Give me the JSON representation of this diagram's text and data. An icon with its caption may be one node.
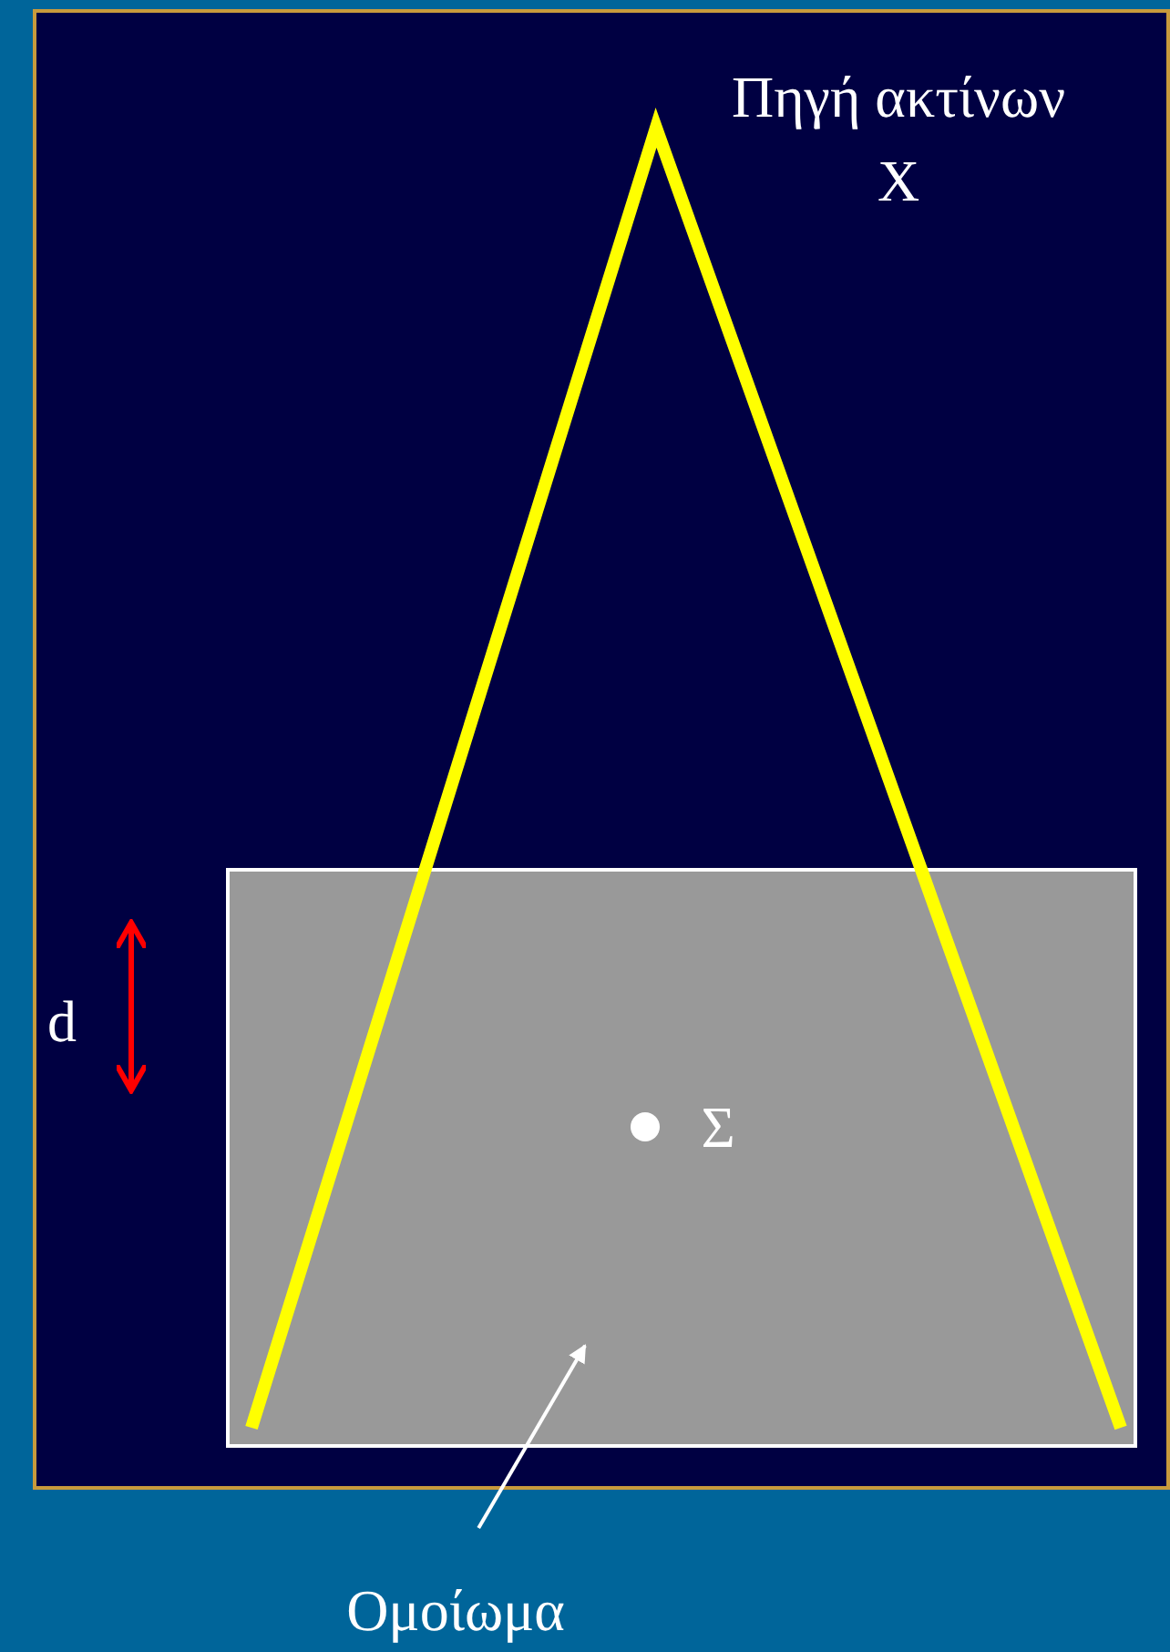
{
  "diagram": {
    "nodes": [
      {
        "text": [],
        "shape": "box"
      },
      {
        "text": [
          "Ομοίωμα"
        ]
      }
    ],
    "edges": [
      {
        "from": 1,
        "to": 0,
        "arrow": "to"
      }
    ],
    "labels": [
      "Πηγή ακτίνων X",
      "d",
      "Σ"
    ]
  }
}
